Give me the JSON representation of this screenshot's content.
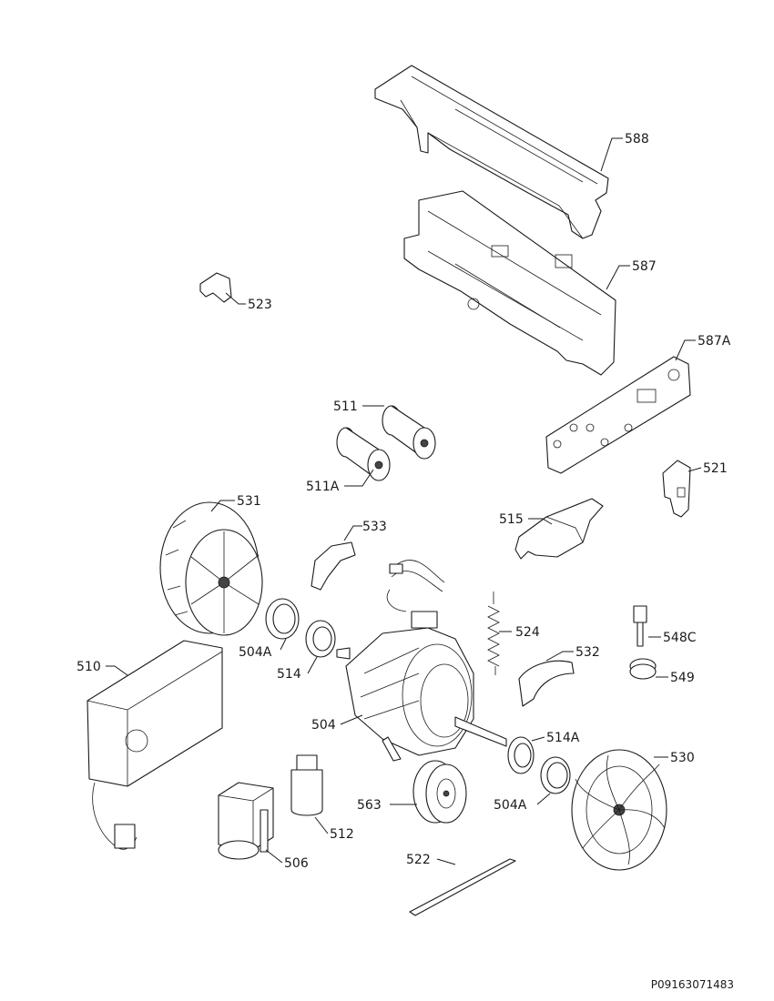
{
  "drawing_code": "P09163071483",
  "callouts": {
    "c588": "588",
    "c587": "587",
    "c587A": "587A",
    "c523": "523",
    "c511": "511",
    "c511A": "511A",
    "c521": "521",
    "c515": "515",
    "c531": "531",
    "c533": "533",
    "c504A_left": "504A",
    "c514": "514",
    "c524": "524",
    "c532": "532",
    "c548C": "548C",
    "c549": "549",
    "c510": "510",
    "c504": "504",
    "c514A": "514A",
    "c530": "530",
    "c563": "563",
    "c504A_right": "504A",
    "c512": "512",
    "c506": "506",
    "c522": "522"
  }
}
